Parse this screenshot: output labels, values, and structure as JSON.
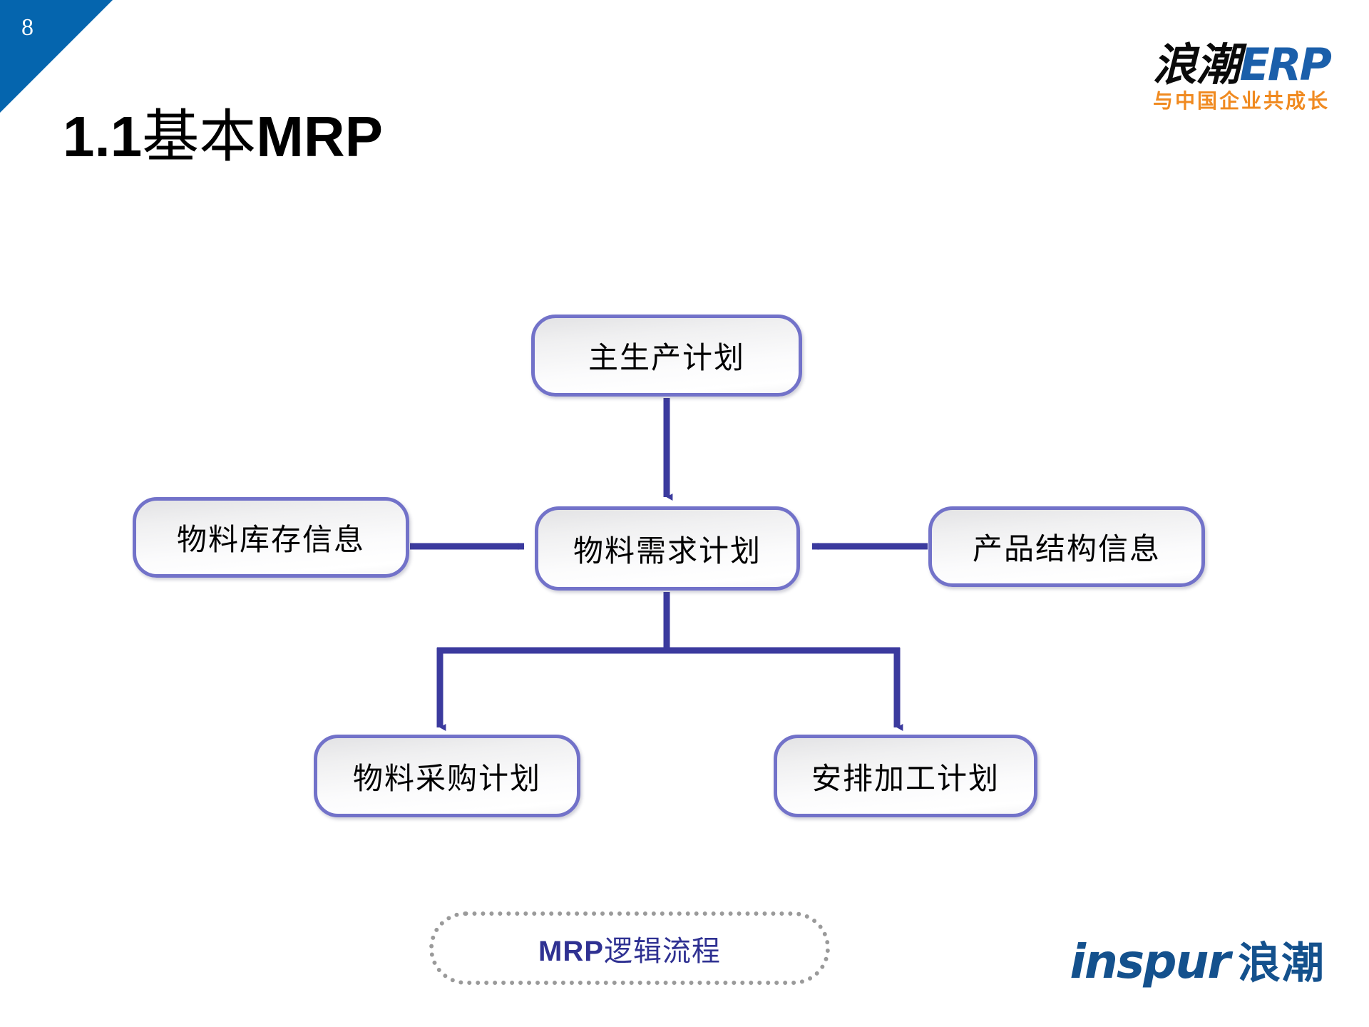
{
  "slide": {
    "page_number": "8",
    "title_number": "1.1",
    "title_cn": "基本",
    "title_en": "MRP",
    "corner_color": "#0565ae"
  },
  "header_logo": {
    "brand_cn": "浪潮",
    "brand_en": "ERP",
    "tagline": "与中国企业共成长",
    "brand_cn_color": "#0a0a0a",
    "brand_en_color": "#1b5faa",
    "tagline_color": "#f08a20"
  },
  "diagram": {
    "type": "flowchart",
    "node_border_color": "#7272c9",
    "connector_color": "#3b3a9e",
    "nodes": [
      {
        "id": "mps",
        "label": "主生产计划"
      },
      {
        "id": "mrp",
        "label": "物料需求计划"
      },
      {
        "id": "stock",
        "label": "物料库存信息"
      },
      {
        "id": "bom",
        "label": "产品结构信息"
      },
      {
        "id": "purchase",
        "label": "物料采购计划"
      },
      {
        "id": "process",
        "label": "安排加工计划"
      }
    ],
    "edges": [
      {
        "from": "mps",
        "to": "mrp",
        "direction": "down"
      },
      {
        "from": "stock",
        "to": "mrp",
        "direction": "right"
      },
      {
        "from": "bom",
        "to": "mrp",
        "direction": "left"
      },
      {
        "from": "mrp",
        "to": "purchase",
        "direction": "down"
      },
      {
        "from": "mrp",
        "to": "process",
        "direction": "down"
      }
    ]
  },
  "caption": {
    "text_en": "MRP",
    "text_cn": "逻辑流程",
    "color": "#2f3192"
  },
  "footer_logo": {
    "name_en": "inspur",
    "name_cn": "浪潮",
    "color": "#14518d"
  }
}
